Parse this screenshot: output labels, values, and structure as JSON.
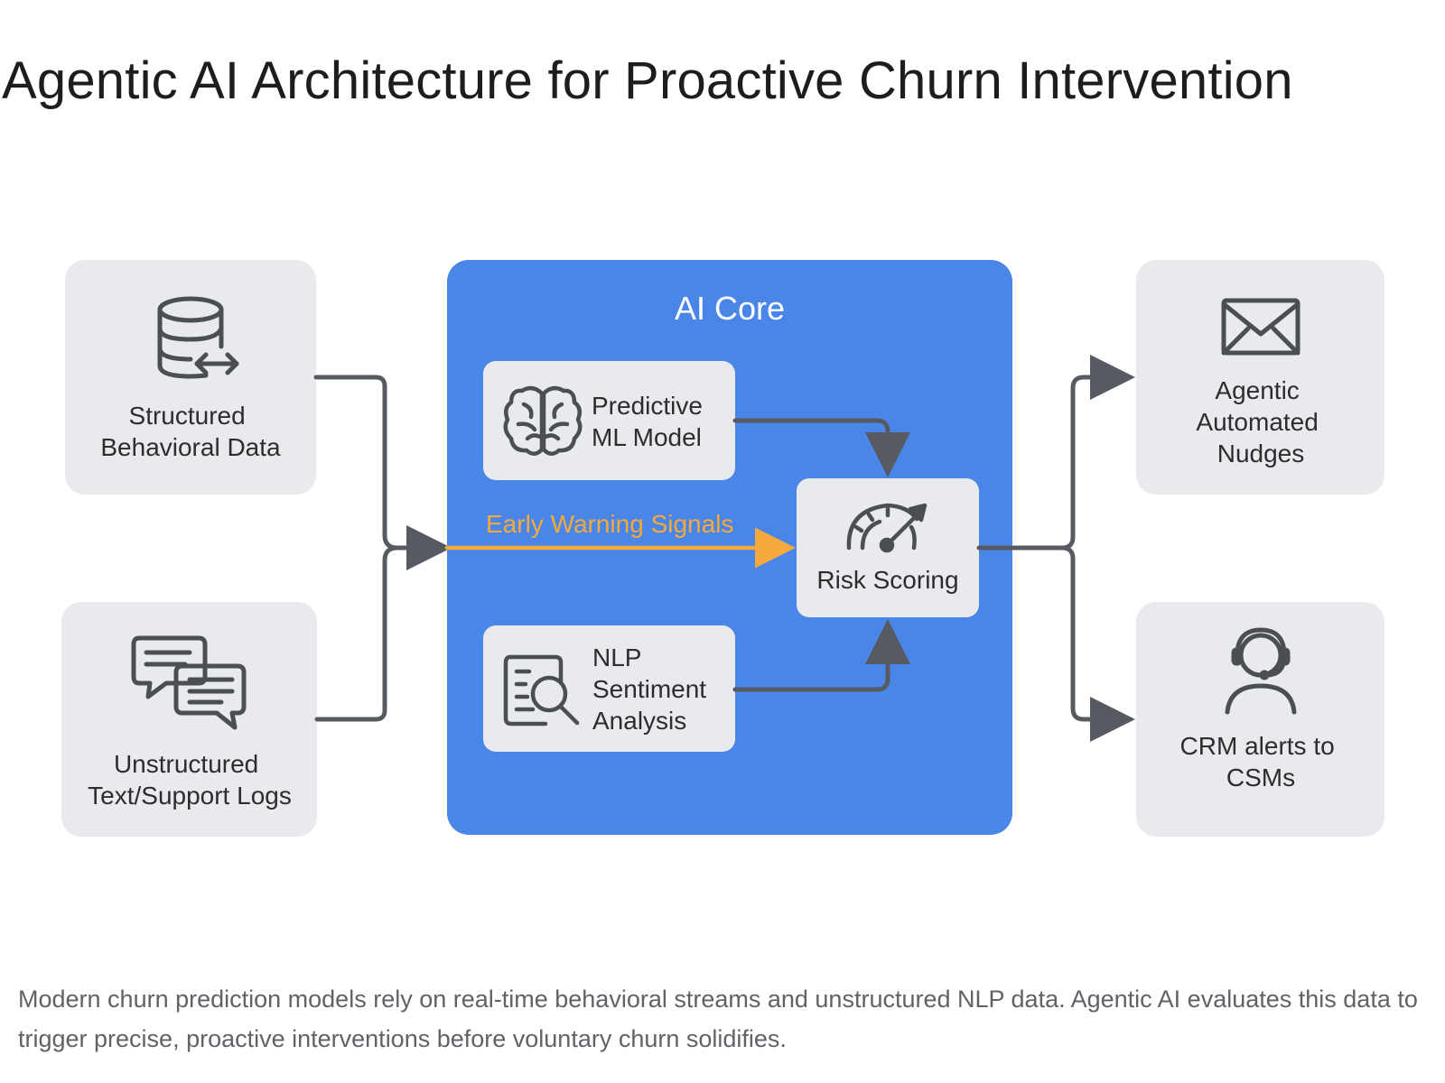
{
  "title": "Agentic AI Architecture for Proactive Churn Intervention",
  "inputs": {
    "structured": {
      "label_lines": [
        "Structured",
        "Behavioral Data"
      ],
      "icon": "database-sync-icon"
    },
    "unstructured": {
      "label_lines": [
        "Unstructured",
        "Text/Support Logs"
      ],
      "icon": "chat-bubbles-icon"
    }
  },
  "core": {
    "title": "AI Core",
    "predictive": {
      "label_lines": [
        "Predictive",
        "ML Model"
      ],
      "icon": "brain-icon"
    },
    "nlp": {
      "label_lines": [
        "NLP",
        "Sentiment",
        "Analysis"
      ],
      "icon": "document-search-icon"
    },
    "risk": {
      "label": "Risk Scoring",
      "icon": "gauge-icon"
    },
    "signal_label": "Early Warning Signals"
  },
  "outputs": {
    "nudges": {
      "label_lines": [
        "Agentic",
        "Automated",
        "Nudges"
      ],
      "icon": "envelope-icon"
    },
    "crm": {
      "label_lines": [
        "CRM alerts to",
        "CSMs"
      ],
      "icon": "headset-agent-icon"
    }
  },
  "caption": "Modern churn prediction models rely on real-time behavioral streams and unstructured NLP data. Agentic AI evaluates this data to trigger precise, proactive interventions before voluntary churn solidifies.",
  "colors": {
    "card_bg": "#e8eaed",
    "core_bg": "#4a86e8",
    "connector": "#575b61",
    "signal": "#f6a93c",
    "icon": "#4b4f54"
  }
}
